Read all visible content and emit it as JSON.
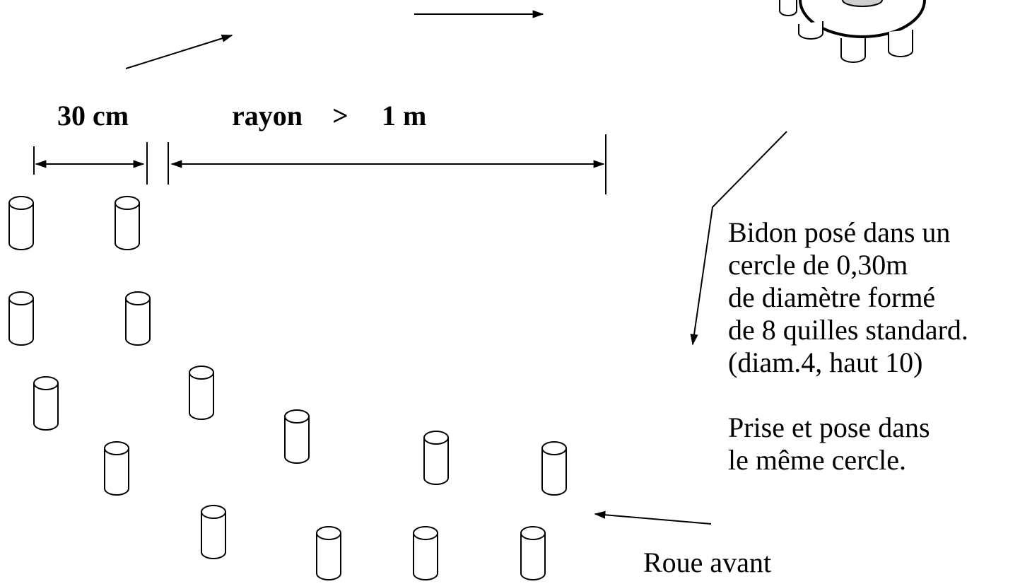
{
  "labels": {
    "spacing": "30 cm",
    "radius_word": "rayon",
    "radius_symbol": ">",
    "radius_value": "1 m",
    "front_wheel": "Roue avant"
  },
  "note": {
    "lines": [
      "Bidon posé dans un",
      "cercle de 0,30m",
      "de diamètre formé",
      "de 8 quilles standard.",
      "(diam.4, haut 10)"
    ],
    "rule_lines": [
      "Prise et pose dans",
      "le même cercle."
    ]
  },
  "colors": {
    "ink": "#000000",
    "background": "#ffffff",
    "bidon_fill": "#cfcfcf"
  }
}
